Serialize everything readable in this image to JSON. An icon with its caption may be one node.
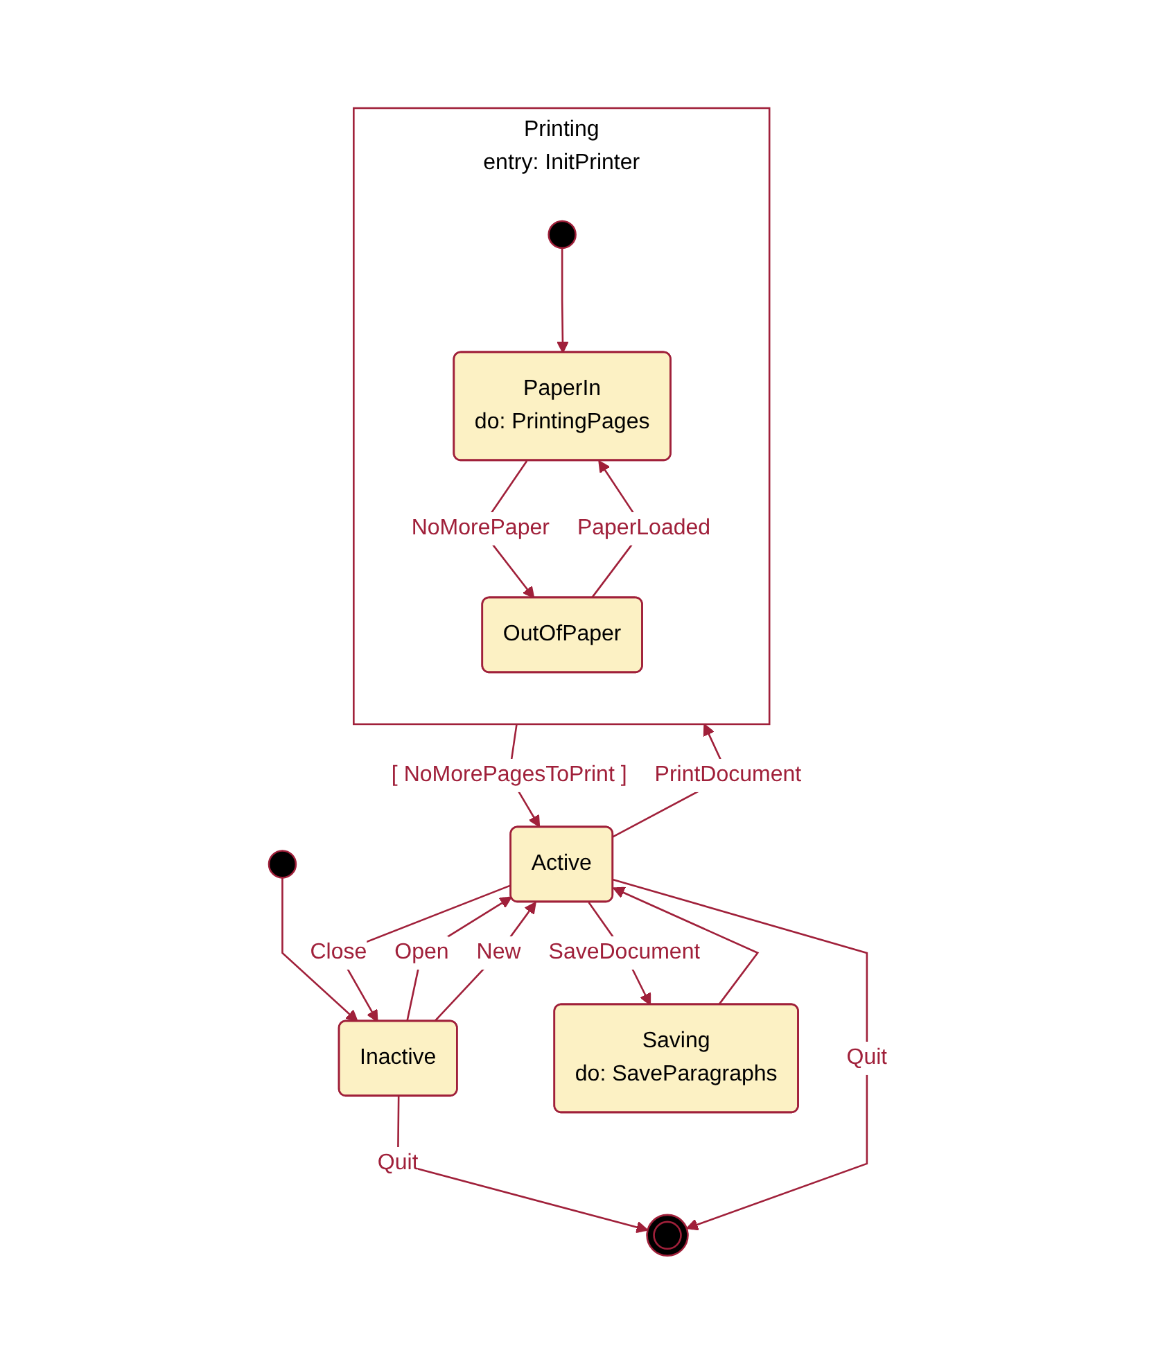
{
  "diagram": {
    "nodes": [
      {
        "text": [
          "Inactive"
        ]
      },
      {
        "text": [],
        "shape": "circle"
      },
      {
        "text": [],
        "shape": "circle"
      },
      {
        "text": [
          "Active"
        ]
      },
      {
        "text": [
          "Saving",
          "do: SaveParagraphs"
        ]
      },
      {
        "text": [
          "Printing",
          "entry: InitPrinter"
        ]
      },
      {
        "text": [],
        "shape": "circle",
        "in": 5
      },
      {
        "text": [
          "OutOfPaper"
        ],
        "in": 5
      },
      {
        "text": [
          "PaperIn",
          "do: PrintingPages"
        ],
        "in": 5
      }
    ],
    "edges": [
      {
        "from": 1,
        "to": 0,
        "arrow": "to"
      },
      {
        "from": 0,
        "to": 2,
        "arrow": "to",
        "label": "Quit"
      },
      {
        "from": 0,
        "to": 3,
        "arrow": "to",
        "label": "Open"
      },
      {
        "from": 0,
        "to": 3,
        "arrow": "to",
        "label": "New"
      },
      {
        "from": 3,
        "to": 0,
        "arrow": "to",
        "label": "Close"
      },
      {
        "from": 3,
        "to": 2,
        "arrow": "to",
        "label": "Quit"
      },
      {
        "from": 4,
        "to": 3,
        "arrow": "to"
      },
      {
        "from": 3,
        "to": 4,
        "arrow": "to",
        "label": "SaveDocument"
      },
      {
        "from": 3,
        "to": 5,
        "arrow": "to",
        "label": "PrintDocument"
      },
      {
        "from": 5,
        "to": 3,
        "arrow": "to",
        "label": "[ NoMorePagesToPrint ]"
      },
      {
        "from": 6,
        "to": 8,
        "arrow": "to"
      },
      {
        "from": 8,
        "to": 7,
        "arrow": "to",
        "label": "NoMorePaper"
      },
      {
        "from": 7,
        "to": 8,
        "arrow": "to",
        "label": "PaperLoaded"
      }
    ]
  }
}
